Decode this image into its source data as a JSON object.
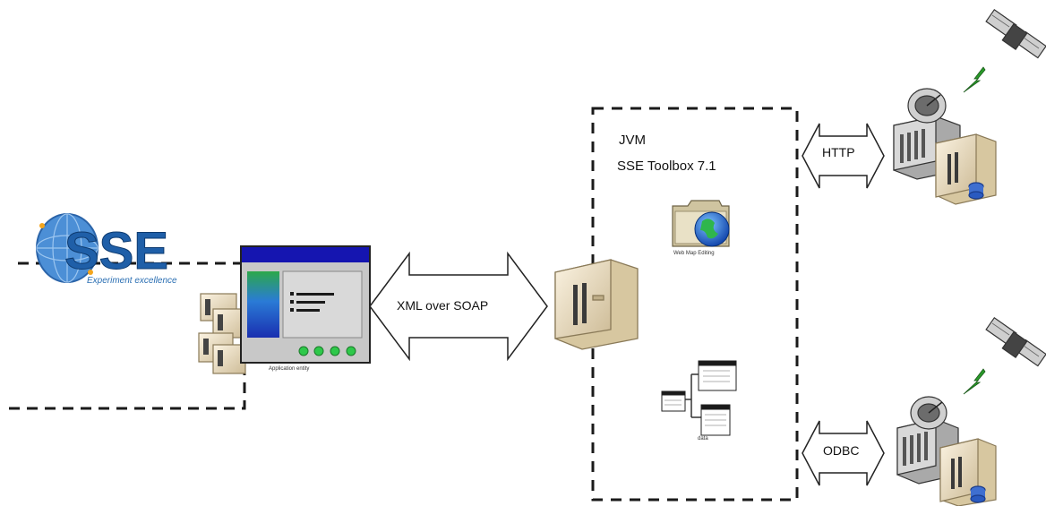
{
  "labels": {
    "jvm": "JVM",
    "toolbox": "SSE Toolbox 7.1",
    "xml_over_soap": "XML over SOAP",
    "http": "HTTP",
    "odbc": "ODBC"
  },
  "logo": {
    "text": "SSE",
    "tagline": "Experiment excellence"
  },
  "captions": {
    "app": "Application entity",
    "web": "Web Map Editing",
    "tree": "data"
  },
  "icons": [
    "sse-logo-icon",
    "server-rack-icon",
    "application-window-icon",
    "server-icon",
    "globe-folder-icon",
    "tree-diagram-icon",
    "satellite-icon",
    "ground-station-icon",
    "lightning-icon",
    "database-server-icon"
  ],
  "colors": {
    "logo_blue": "#1f5fa8",
    "window_bar": "#1515b0",
    "server_beige": "#e8d9b8",
    "dash": "#1a1a1a"
  }
}
